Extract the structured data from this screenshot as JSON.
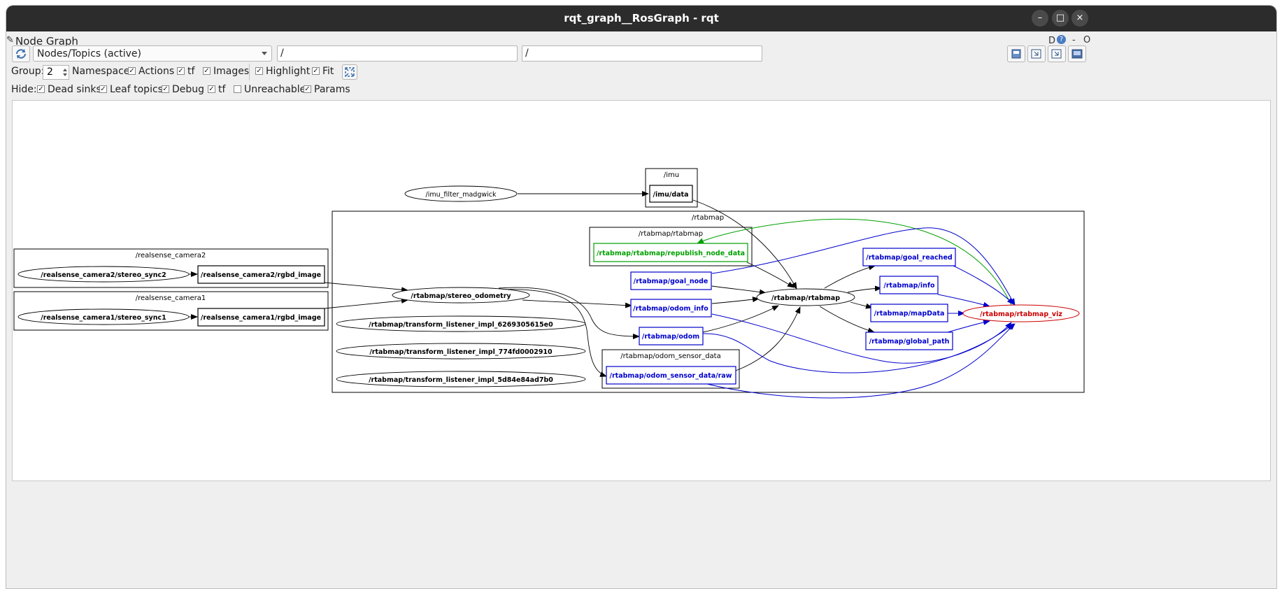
{
  "window": {
    "title": "rqt_graph__RosGraph - rqt",
    "minimize_glyph": "–",
    "maximize_glyph": "□",
    "close_glyph": "×"
  },
  "plugin": {
    "label": "Node Graph",
    "corner_d": "D",
    "corner_help": "?",
    "corner_dash": "-",
    "corner_o": "O"
  },
  "toolbar": {
    "view_mode": "Nodes/Topics (active)",
    "node_filter": "/",
    "topic_filter": "/"
  },
  "options": {
    "group_label": "Group:",
    "group_value": "2",
    "items": [
      {
        "label": "Namespaces",
        "has_checkbox": false,
        "checked": false
      },
      {
        "label": "Actions",
        "checked": true
      },
      {
        "label": "tf",
        "checked": true
      },
      {
        "label": "Images",
        "checked": true
      },
      {
        "label": "Highlight",
        "checked": true
      },
      {
        "label": "Fit",
        "checked": true
      }
    ]
  },
  "hide": {
    "label": "Hide:",
    "items": [
      {
        "label": "Dead sinks",
        "checked": true
      },
      {
        "label": "Leaf topics",
        "checked": true
      },
      {
        "label": "Debug",
        "checked": true
      },
      {
        "label": "tf",
        "checked": true
      },
      {
        "label": "Unreachable",
        "checked": false
      },
      {
        "label": "Params",
        "checked": true
      }
    ]
  },
  "graph": {
    "clusters": {
      "imu": "/imu",
      "rtabmap": "/rtabmap",
      "rtabmap_rtabmap": "/rtabmap/rtabmap",
      "odom_sensor_data": "/rtabmap/odom_sensor_data",
      "camera2": "/realsense_camera2",
      "camera1": "/realsense_camera1"
    },
    "nodes": {
      "imu_filter": "/imu_filter_madgwick",
      "imu_data": "/imu/data",
      "cam2_sync": "/realsense_camera2/stereo_sync2",
      "cam2_rgbd": "/realsense_camera2/rgbd_image",
      "cam1_sync": "/realsense_camera1/stereo_sync1",
      "cam1_rgbd": "/realsense_camera1/rgbd_image",
      "stereo_odometry": "/rtabmap/stereo_odometry",
      "tf1": "/rtabmap/transform_listener_impl_6269305615e0",
      "tf2": "/rtabmap/transform_listener_impl_774fd0002910",
      "tf3": "/rtabmap/transform_listener_impl_5d84e84ad7b0",
      "republish": "/rtabmap/rtabmap/republish_node_data",
      "goal_node": "/rtabmap/goal_node",
      "odom_info": "/rtabmap/odom_info",
      "odom": "/rtabmap/odom",
      "raw": "/rtabmap/odom_sensor_data/raw",
      "rtabmap": "/rtabmap/rtabmap",
      "goal_reached": "/rtabmap/goal_reached",
      "info": "/rtabmap/info",
      "mapData": "/rtabmap/mapData",
      "global_path": "/rtabmap/global_path",
      "viz": "/rtabmap/rtabmap_viz"
    },
    "colors": {
      "default": "#000000",
      "green": "#00a000",
      "blue": "#0000cc",
      "red": "#cc0000"
    }
  }
}
